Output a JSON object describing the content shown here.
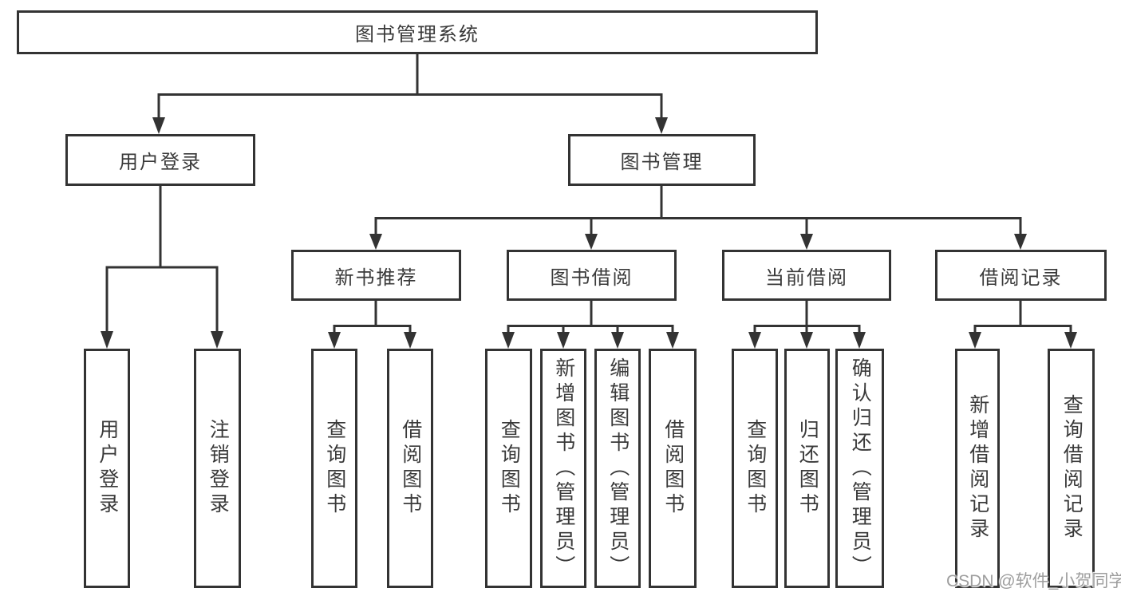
{
  "nodes": {
    "root": "图书管理系统",
    "user_login": "用户登录",
    "book_mgmt": "图书管理",
    "l3": [
      "新书推荐",
      "图书借阅",
      "当前借阅",
      "借阅记录"
    ],
    "leaves": [
      "用户登录",
      "注销登录",
      "查询图书",
      "借阅图书",
      "查询图书",
      "新增图书（管理员）",
      "编辑图书（管理员）",
      "借阅图书",
      "查询图书",
      "归还图书",
      "确认归还（管理员）",
      "新增借阅记录",
      "查询借阅记录"
    ]
  },
  "watermark": "CSDN @软件_小贺同学",
  "colors": {
    "line": "#333333",
    "text": "#3a3a3a",
    "background": "#ffffff",
    "watermark": "#9e9e9e"
  }
}
